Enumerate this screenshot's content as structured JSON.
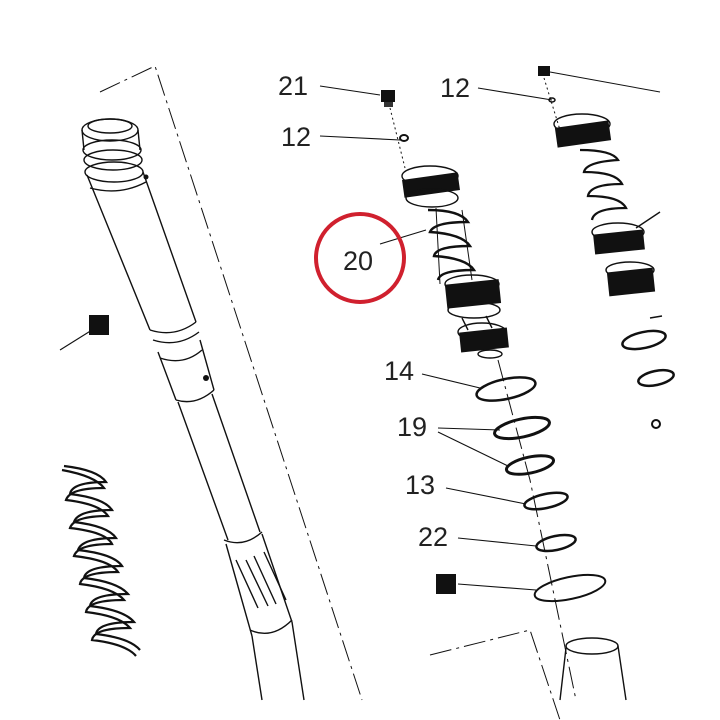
{
  "labels": {
    "part_21": "21",
    "part_12_a": "12",
    "part_12_b": "12",
    "part_20": "20",
    "part_14": "14",
    "part_19": "19",
    "part_13": "13",
    "part_22": "22"
  },
  "colors": {
    "highlight": "#d0202e",
    "ink": "#111111",
    "label": "#222222"
  },
  "icons": {
    "square_marker": "black-square"
  }
}
